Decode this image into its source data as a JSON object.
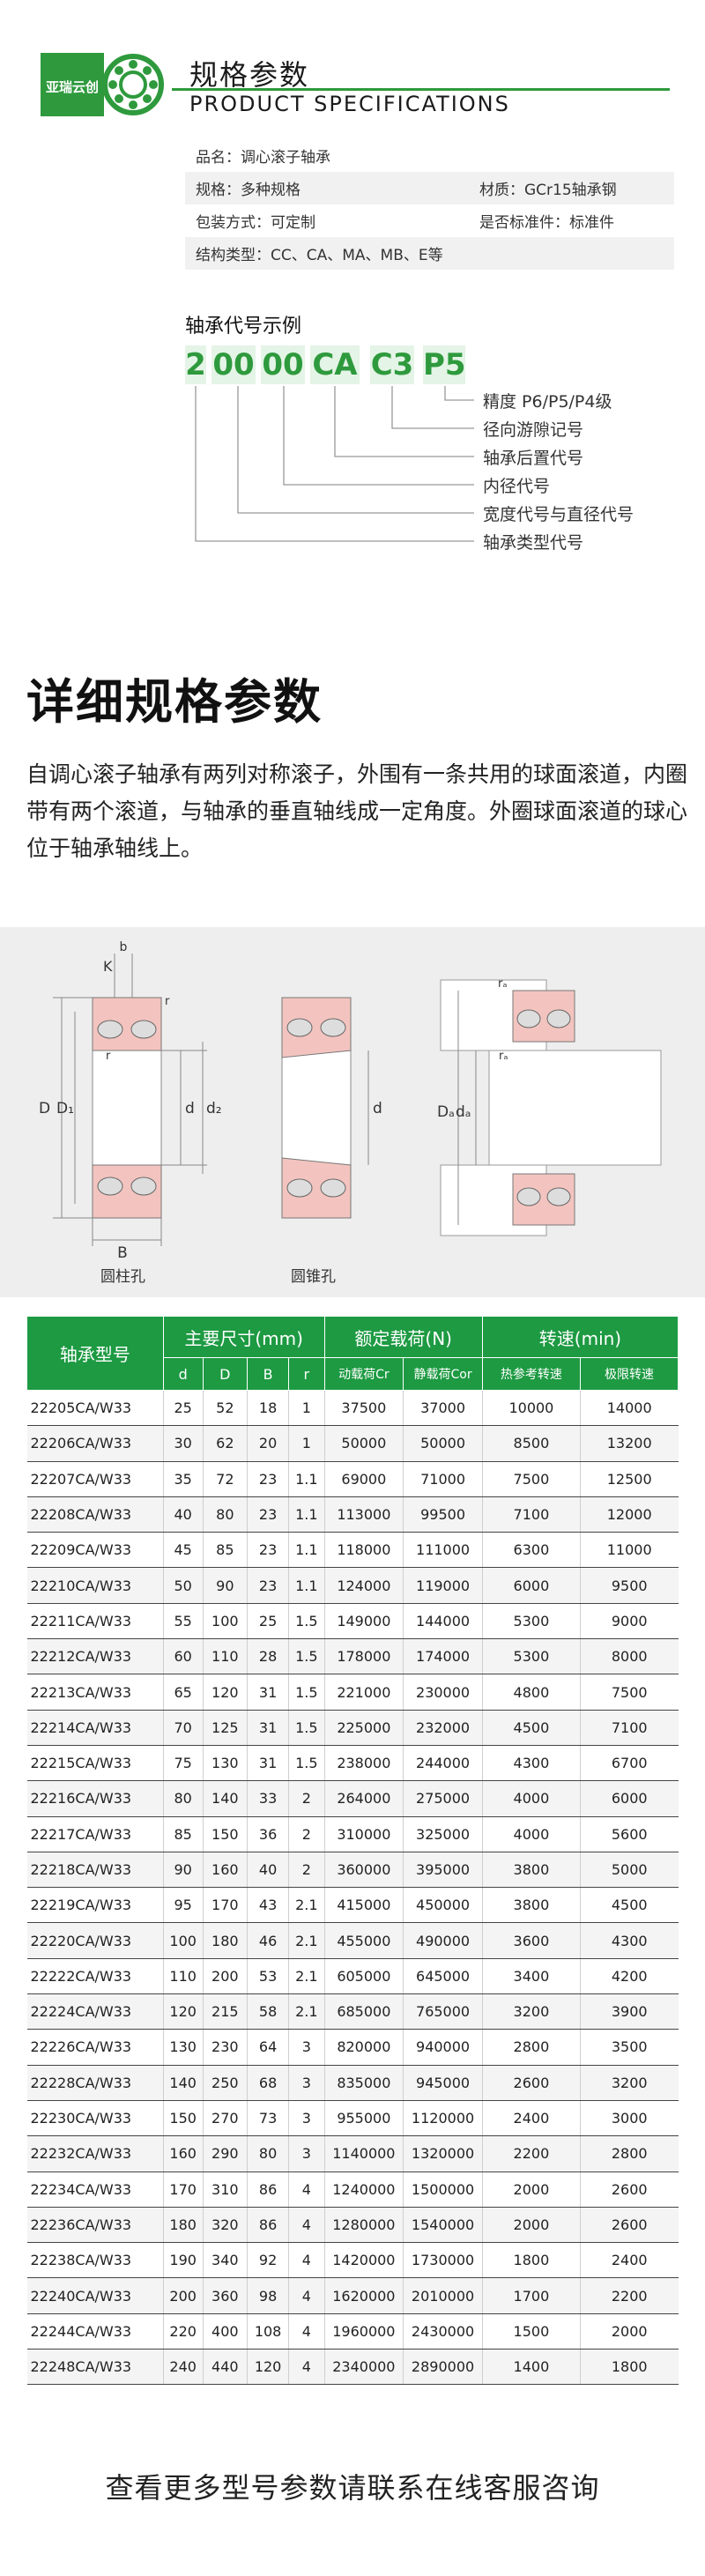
{
  "header": {
    "logo_text": "亚瑞云创",
    "title": "规格参数",
    "subtitle": "PRODUCT SPECIFICATIONS"
  },
  "info": [
    {
      "left": "品名：调心滚子轴承",
      "right": ""
    },
    {
      "left": "规格：多种规格",
      "right": "材质：GCr15轴承钢"
    },
    {
      "left": "包装方式：可定制",
      "right": "是否标准件：标准件"
    },
    {
      "left": "结构类型：CC、CA、MA、MB、E等",
      "right": ""
    }
  ],
  "code_example": {
    "title": "轴承代号示例",
    "segments": [
      "2",
      "00",
      "00",
      "CA",
      "C3",
      "P5"
    ],
    "legend": [
      "精度 P6/P5/P4级",
      "径向游隙记号",
      "轴承后置代号",
      "内径代号",
      "宽度代号与直径代号",
      "轴承类型代号"
    ]
  },
  "detail": {
    "title": "详细规格参数",
    "desc": "自调心滚子轴承有两列对称滚子，外围有一条共用的球面滚道，内圈带有两个滚道，与轴承的垂直轴线成一定角度。外圈球面滚道的球心位于轴承轴线上。"
  },
  "diagram": {
    "caption_cyl": "圆柱孔",
    "caption_taper": "圆锥孔",
    "labels": {
      "b": "b",
      "K": "K",
      "r": "r",
      "D": "D",
      "D1": "D₁",
      "d": "d",
      "d2": "d₂",
      "B": "B",
      "Da": "Dₐ",
      "da": "dₐ",
      "ra": "rₐ"
    }
  },
  "table": {
    "headers": {
      "model": "轴承型号",
      "main_dims": "主要尺寸(mm)",
      "load": "额定载荷(N)",
      "speed": "转速(min)",
      "d": "d",
      "D": "D",
      "B": "B",
      "r": "r",
      "cr": "动载荷Cr",
      "cor": "静载荷Cor",
      "ref_speed": "热参考转速",
      "limit_speed": "极限转速"
    },
    "rows": [
      [
        "22205CA/W33",
        "25",
        "52",
        "18",
        "1",
        "37500",
        "37000",
        "10000",
        "14000"
      ],
      [
        "22206CA/W33",
        "30",
        "62",
        "20",
        "1",
        "50000",
        "50000",
        "8500",
        "13200"
      ],
      [
        "22207CA/W33",
        "35",
        "72",
        "23",
        "1.1",
        "69000",
        "71000",
        "7500",
        "12500"
      ],
      [
        "22208CA/W33",
        "40",
        "80",
        "23",
        "1.1",
        "113000",
        "99500",
        "7100",
        "12000"
      ],
      [
        "22209CA/W33",
        "45",
        "85",
        "23",
        "1.1",
        "118000",
        "111000",
        "6300",
        "11000"
      ],
      [
        "22210CA/W33",
        "50",
        "90",
        "23",
        "1.1",
        "124000",
        "119000",
        "6000",
        "9500"
      ],
      [
        "22211CA/W33",
        "55",
        "100",
        "25",
        "1.5",
        "149000",
        "144000",
        "5300",
        "9000"
      ],
      [
        "22212CA/W33",
        "60",
        "110",
        "28",
        "1.5",
        "178000",
        "174000",
        "5300",
        "8000"
      ],
      [
        "22213CA/W33",
        "65",
        "120",
        "31",
        "1.5",
        "221000",
        "230000",
        "4800",
        "7500"
      ],
      [
        "22214CA/W33",
        "70",
        "125",
        "31",
        "1.5",
        "225000",
        "232000",
        "4500",
        "7100"
      ],
      [
        "22215CA/W33",
        "75",
        "130",
        "31",
        "1.5",
        "238000",
        "244000",
        "4300",
        "6700"
      ],
      [
        "22216CA/W33",
        "80",
        "140",
        "33",
        "2",
        "264000",
        "275000",
        "4000",
        "6000"
      ],
      [
        "22217CA/W33",
        "85",
        "150",
        "36",
        "2",
        "310000",
        "325000",
        "4000",
        "5600"
      ],
      [
        "22218CA/W33",
        "90",
        "160",
        "40",
        "2",
        "360000",
        "395000",
        "3800",
        "5000"
      ],
      [
        "22219CA/W33",
        "95",
        "170",
        "43",
        "2.1",
        "415000",
        "450000",
        "3800",
        "4500"
      ],
      [
        "22220CA/W33",
        "100",
        "180",
        "46",
        "2.1",
        "455000",
        "490000",
        "3600",
        "4300"
      ],
      [
        "22222CA/W33",
        "110",
        "200",
        "53",
        "2.1",
        "605000",
        "645000",
        "3400",
        "4200"
      ],
      [
        "22224CA/W33",
        "120",
        "215",
        "58",
        "2.1",
        "685000",
        "765000",
        "3200",
        "3900"
      ],
      [
        "22226CA/W33",
        "130",
        "230",
        "64",
        "3",
        "820000",
        "940000",
        "2800",
        "3500"
      ],
      [
        "22228CA/W33",
        "140",
        "250",
        "68",
        "3",
        "835000",
        "945000",
        "2600",
        "3200"
      ],
      [
        "22230CA/W33",
        "150",
        "270",
        "73",
        "3",
        "955000",
        "1120000",
        "2400",
        "3000"
      ],
      [
        "22232CA/W33",
        "160",
        "290",
        "80",
        "3",
        "1140000",
        "1320000",
        "2200",
        "2800"
      ],
      [
        "22234CA/W33",
        "170",
        "310",
        "86",
        "4",
        "1240000",
        "1500000",
        "2000",
        "2600"
      ],
      [
        "22236CA/W33",
        "180",
        "320",
        "86",
        "4",
        "1280000",
        "1540000",
        "2000",
        "2600"
      ],
      [
        "22238CA/W33",
        "190",
        "340",
        "92",
        "4",
        "1420000",
        "1730000",
        "1800",
        "2400"
      ],
      [
        "22240CA/W33",
        "200",
        "360",
        "98",
        "4",
        "1620000",
        "2010000",
        "1700",
        "2200"
      ],
      [
        "22244CA/W33",
        "220",
        "400",
        "108",
        "4",
        "1960000",
        "2430000",
        "1500",
        "2000"
      ],
      [
        "22248CA/W33",
        "240",
        "440",
        "120",
        "4",
        "2340000",
        "2890000",
        "1400",
        "1800"
      ]
    ]
  },
  "footer": "查看更多型号参数请联系在线客服咨询",
  "colors": {
    "accent": "#1d9a42",
    "highlight_bg": "#e4f4e6",
    "diagram_bg": "#eeeeee",
    "bearing_pink": "#f3c4bf"
  }
}
